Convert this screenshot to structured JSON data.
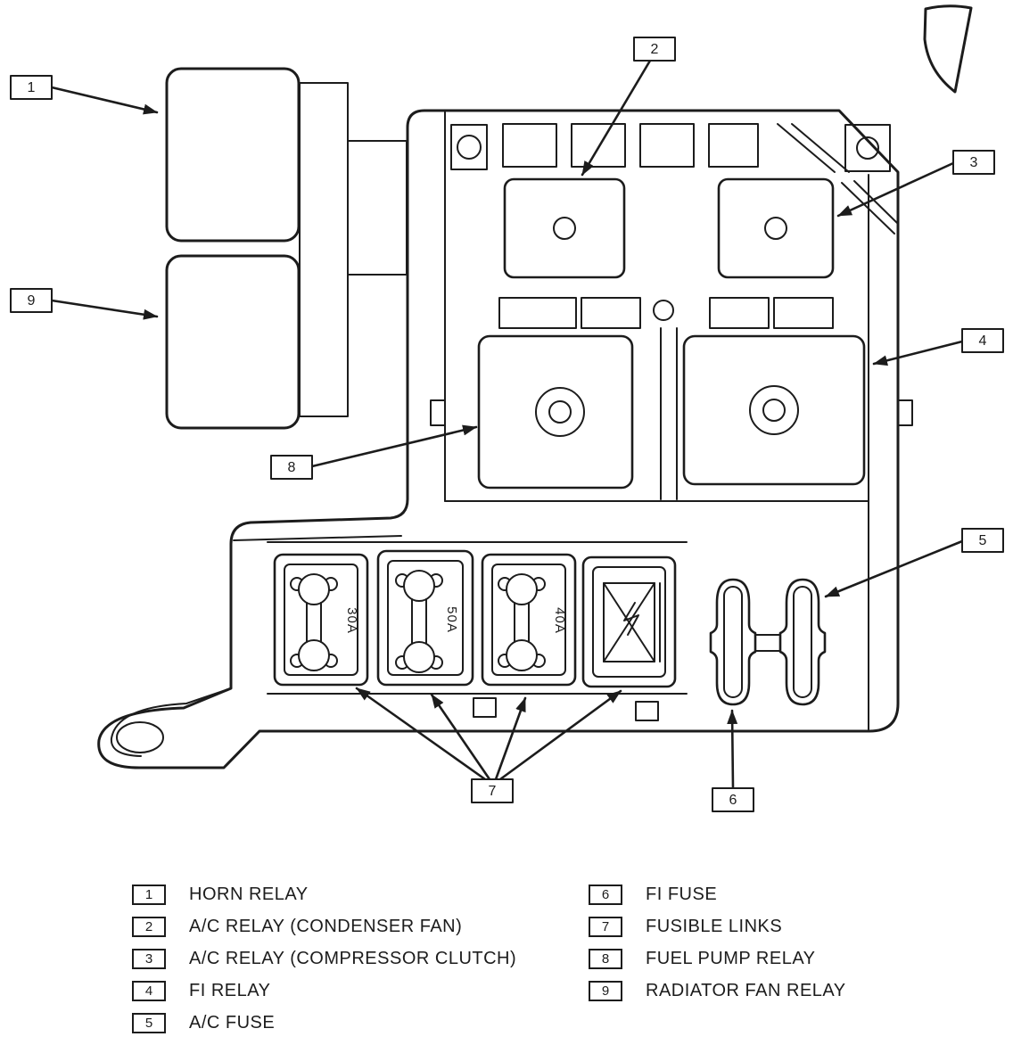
{
  "diagram": {
    "callouts": [
      "1",
      "2",
      "3",
      "4",
      "5",
      "6",
      "7",
      "8",
      "9"
    ],
    "fuse_amp_labels": [
      "30A",
      "50A",
      "40A"
    ]
  },
  "legend": {
    "items_left": [
      {
        "num": "1",
        "label": "HORN RELAY"
      },
      {
        "num": "2",
        "label": "A/C RELAY (CONDENSER FAN)"
      },
      {
        "num": "3",
        "label": "A/C RELAY (COMPRESSOR CLUTCH)"
      },
      {
        "num": "4",
        "label": "FI RELAY"
      },
      {
        "num": "5",
        "label": "A/C FUSE"
      }
    ],
    "items_right": [
      {
        "num": "6",
        "label": "FI FUSE"
      },
      {
        "num": "7",
        "label": "FUSIBLE LINKS"
      },
      {
        "num": "8",
        "label": "FUEL PUMP RELAY"
      },
      {
        "num": "9",
        "label": "RADIATOR FAN RELAY"
      }
    ]
  },
  "colors": {
    "ink": "#1c1c1c",
    "paper": "#ffffff"
  }
}
